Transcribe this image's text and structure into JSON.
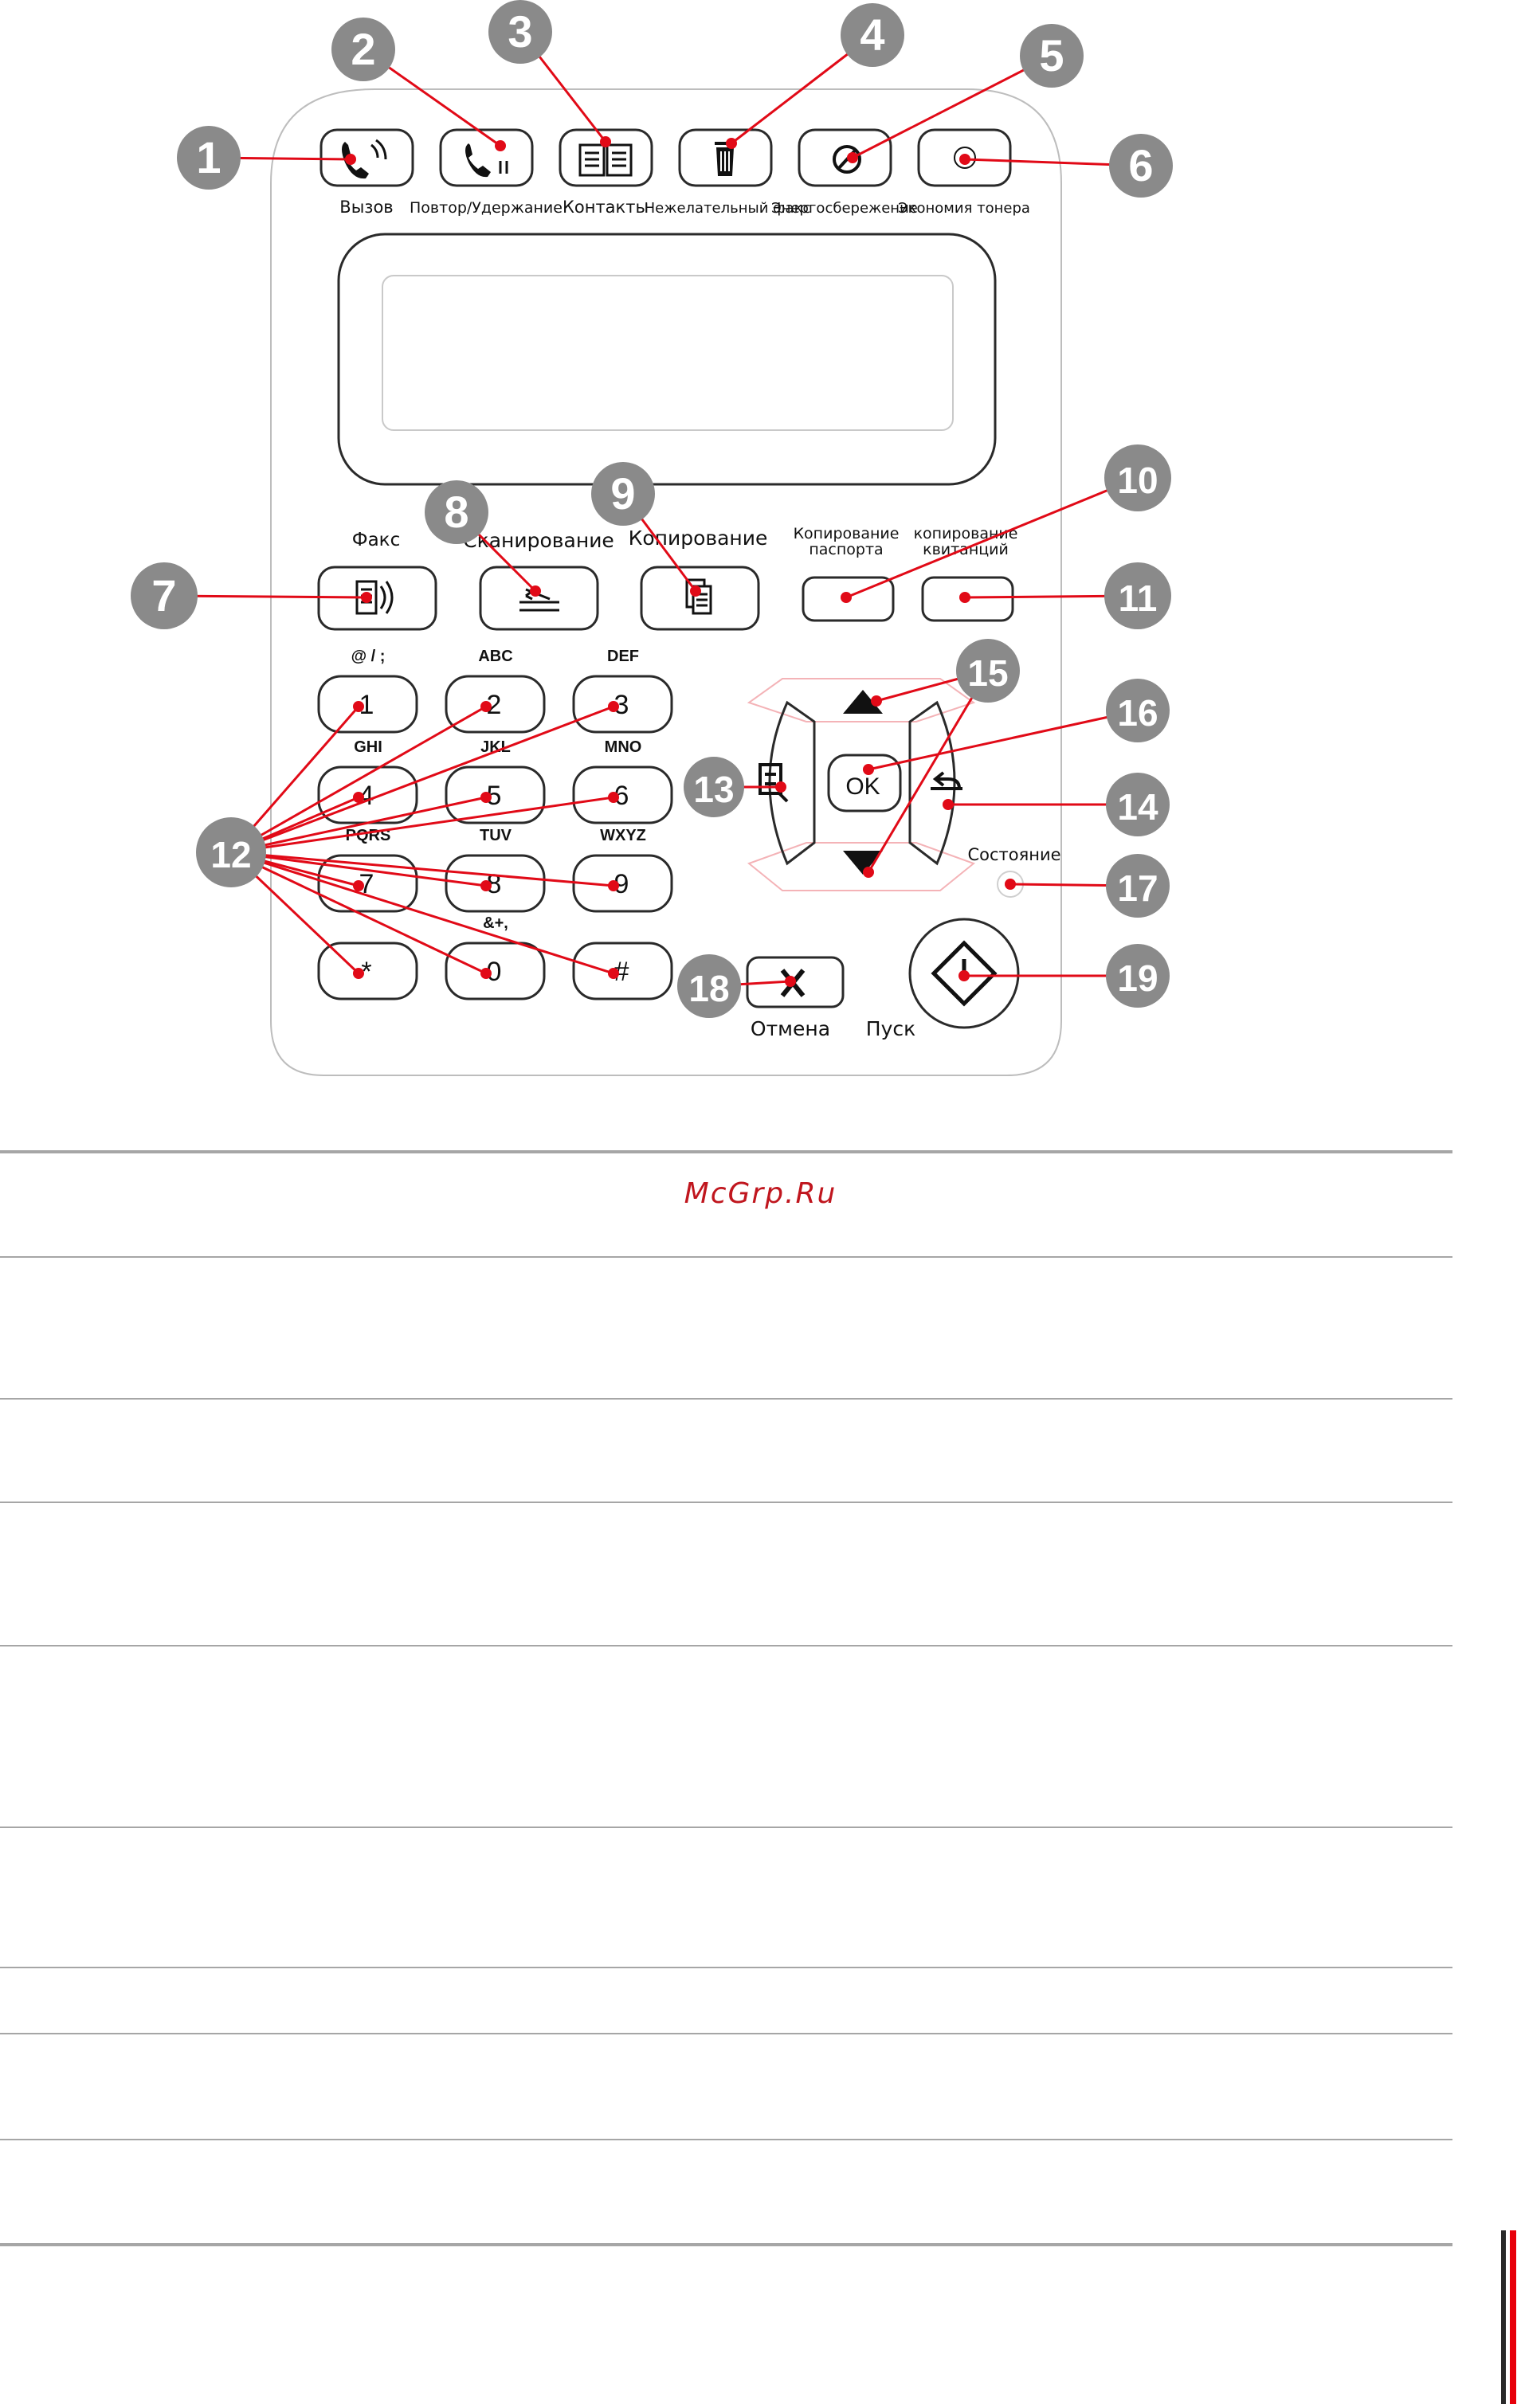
{
  "colors": {
    "callout_fill": "#8a8a8a",
    "leader_line": "#e10a17",
    "leader_dot": "#e10a17",
    "watermark": "#c0161e",
    "key_outline": "#2a2a2a",
    "panel_outline": "#bdbdbd",
    "rule_line": "#a6a6a6"
  },
  "top_buttons": [
    {
      "id": "call",
      "label": "Вызов",
      "icon": "phone-ringing-icon"
    },
    {
      "id": "redial",
      "label": "Повтор/Удержание",
      "icon": "phone-redial-pause-icon"
    },
    {
      "id": "contacts",
      "label": "Контакты",
      "icon": "open-book-icon"
    },
    {
      "id": "junk-fax",
      "label": "Нежелательный факс",
      "icon": "trash-icon"
    },
    {
      "id": "energy",
      "label": "Энергосбережение",
      "icon": "power-leaf-icon"
    },
    {
      "id": "toner",
      "label": "Экономия тонера",
      "icon": "circle-dot-icon"
    }
  ],
  "mode_buttons": [
    {
      "id": "fax",
      "label": "Факс",
      "icon": "fax-icon"
    },
    {
      "id": "scan",
      "label": "Сканирование",
      "icon": "scanner-icon"
    },
    {
      "id": "copy",
      "label": "Копирование",
      "icon": "copy-pages-icon"
    }
  ],
  "id_copy": {
    "passport_label_line1": "Копирование",
    "passport_label_line2": "паспорта",
    "receipt_label_line1": "копирование",
    "receipt_label_line2": "квитанций"
  },
  "keypad": [
    {
      "digit": "1",
      "letters": "@ / ;"
    },
    {
      "digit": "2",
      "letters": "ABC"
    },
    {
      "digit": "3",
      "letters": "DEF"
    },
    {
      "digit": "4",
      "letters": "GHI"
    },
    {
      "digit": "5",
      "letters": "JKL"
    },
    {
      "digit": "6",
      "letters": "MNO"
    },
    {
      "digit": "7",
      "letters": "PQRS"
    },
    {
      "digit": "8",
      "letters": "TUV"
    },
    {
      "digit": "9",
      "letters": "WXYZ"
    },
    {
      "digit": "*",
      "letters": ""
    },
    {
      "digit": "0",
      "letters": "&+,"
    },
    {
      "digit": "#",
      "letters": ""
    }
  ],
  "nav": {
    "ok_label": "OK",
    "menu_icon": "menu-list-icon",
    "back_icon": "back-arrow-icon",
    "up_icon": "up-triangle-icon",
    "down_icon": "down-triangle-icon"
  },
  "status_label": "Состояние",
  "cancel_label": "Отмена",
  "start_label": "Пуск",
  "callouts": [
    "1",
    "2",
    "3",
    "4",
    "5",
    "6",
    "7",
    "8",
    "9",
    "10",
    "11",
    "12",
    "13",
    "14",
    "15",
    "16",
    "17",
    "18",
    "19"
  ],
  "watermark": "McGrp.Ru"
}
